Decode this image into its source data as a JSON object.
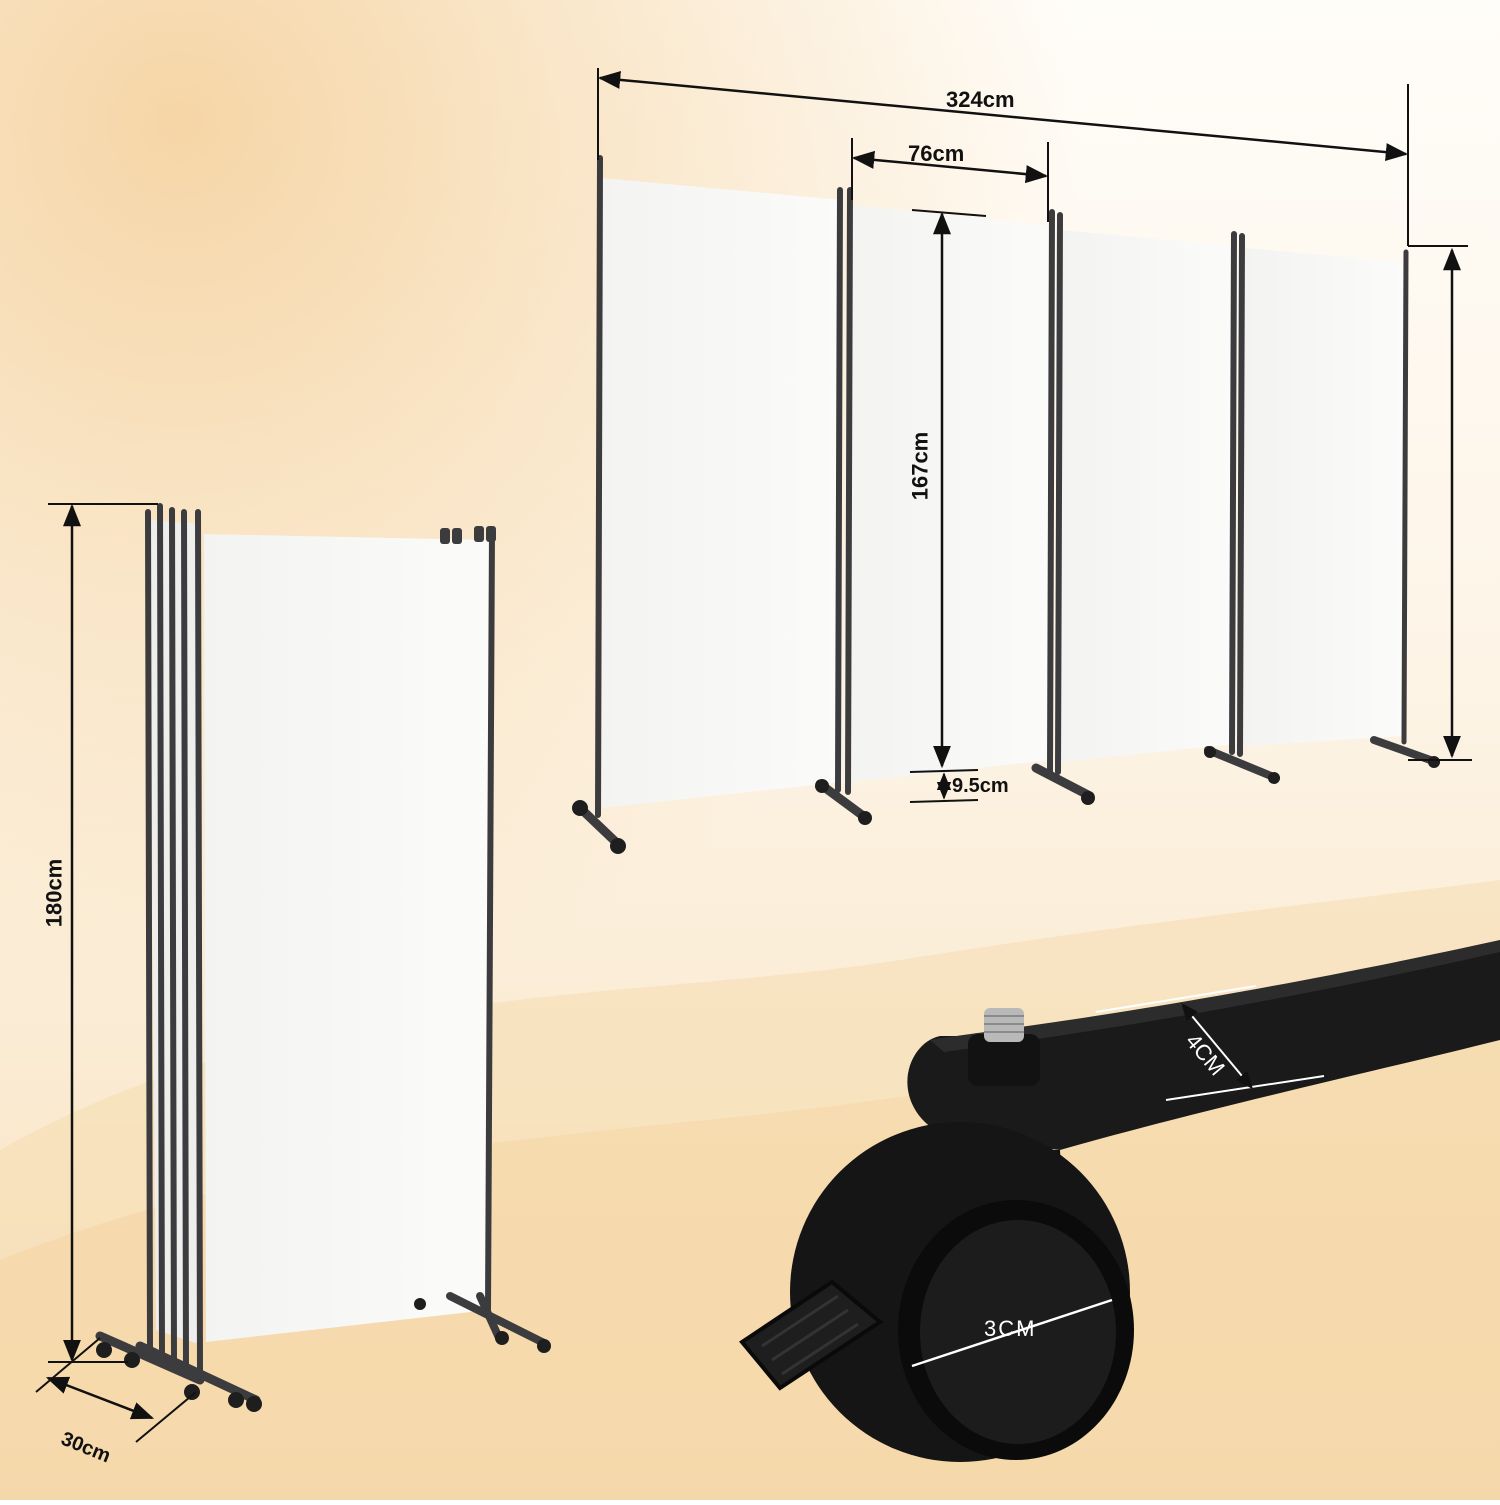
{
  "colors": {
    "background_light": "#fdf7ee",
    "background_warm": "#f6d7a8",
    "panel_fabric": "#f8f8f6",
    "frame_metal": "#3c3c3e",
    "caster_black": "#141414",
    "dimension_line": "#111111"
  },
  "dimensions": {
    "total_width": "324cm",
    "panel_width": "76cm",
    "panel_height": "167cm",
    "ground_clearance": "9.5cm",
    "total_height": "180cm",
    "folded_depth": "30cm",
    "base_width": "4CM",
    "wheel_diameter": "3CM"
  }
}
